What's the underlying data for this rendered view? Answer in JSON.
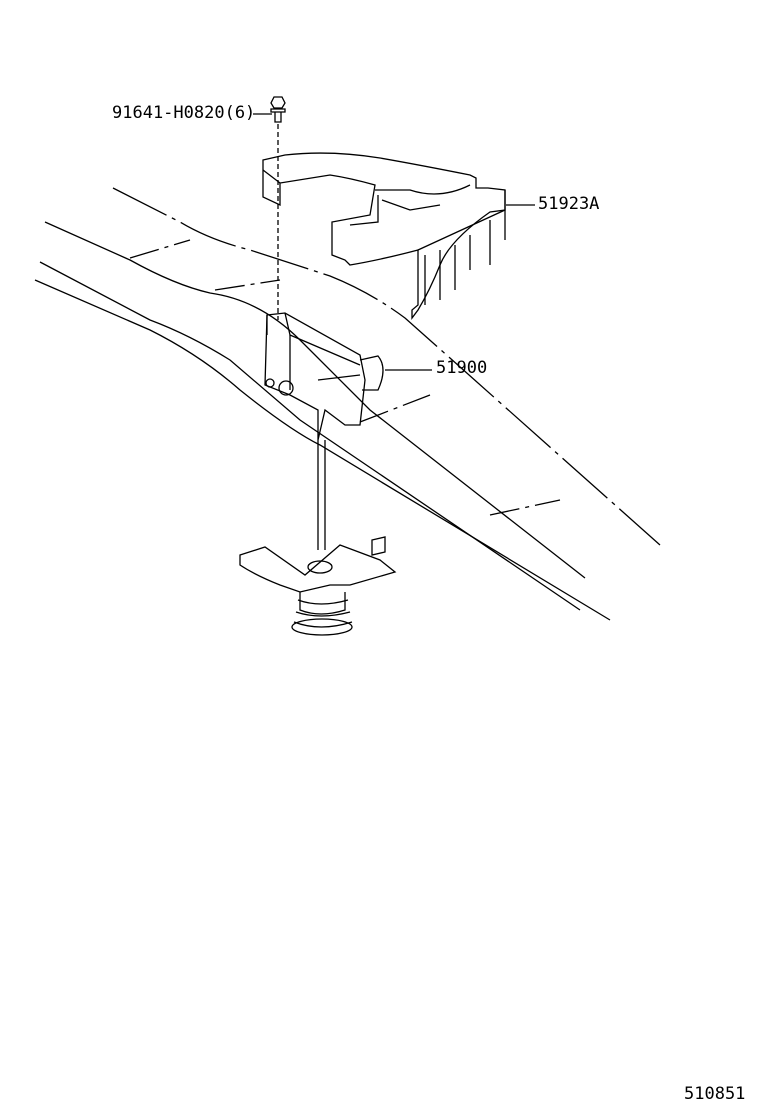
{
  "parts": [
    {
      "id": "bolt",
      "label": "91641-H0820(6)"
    },
    {
      "id": "jack-bracket",
      "label": "51923A"
    },
    {
      "id": "jack-hanger",
      "label": "51900"
    }
  ],
  "illustration_number": "510851",
  "line_color": "#000000",
  "background_color": "#ffffff"
}
